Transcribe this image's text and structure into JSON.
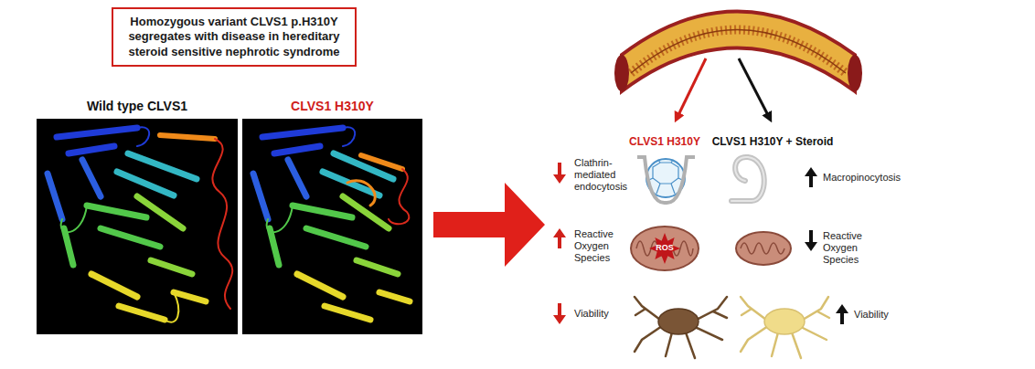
{
  "diagram": {
    "nodes": [
      {
        "text": [
          "Homozygous variant CLVS1 p.H310Y segregates with disease in hereditary steroid sensitive nephrotic syndrome"
        ]
      },
      {
        "text": [
          "Wild type CLVS1"
        ]
      },
      {
        "text": [
          "CLVS1 H310Y"
        ]
      }
    ],
    "labels": [
      "CLVS1 H310Y",
      "CLVS1 H310Y + Steroid",
      "Clathrin-mediated endocytosis",
      "Reactive Oxygen Species",
      "ROS",
      "Viability",
      "Macropinocytosis",
      "Reactive Oxygen Species",
      "Viability"
    ]
  }
}
